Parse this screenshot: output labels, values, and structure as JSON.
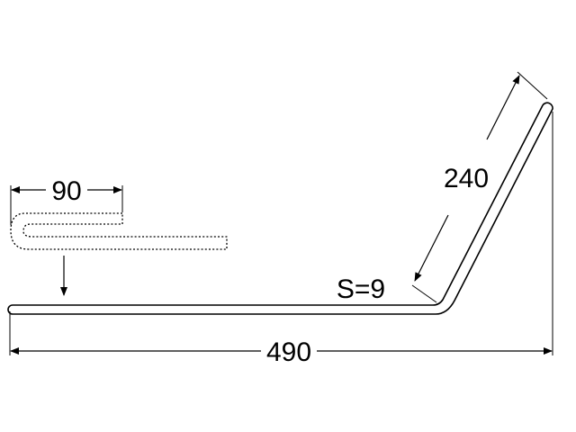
{
  "dimensions": {
    "overall_length": "490",
    "angled_leg_length": "240",
    "hem_length": "90",
    "thickness_label": "S=9"
  }
}
